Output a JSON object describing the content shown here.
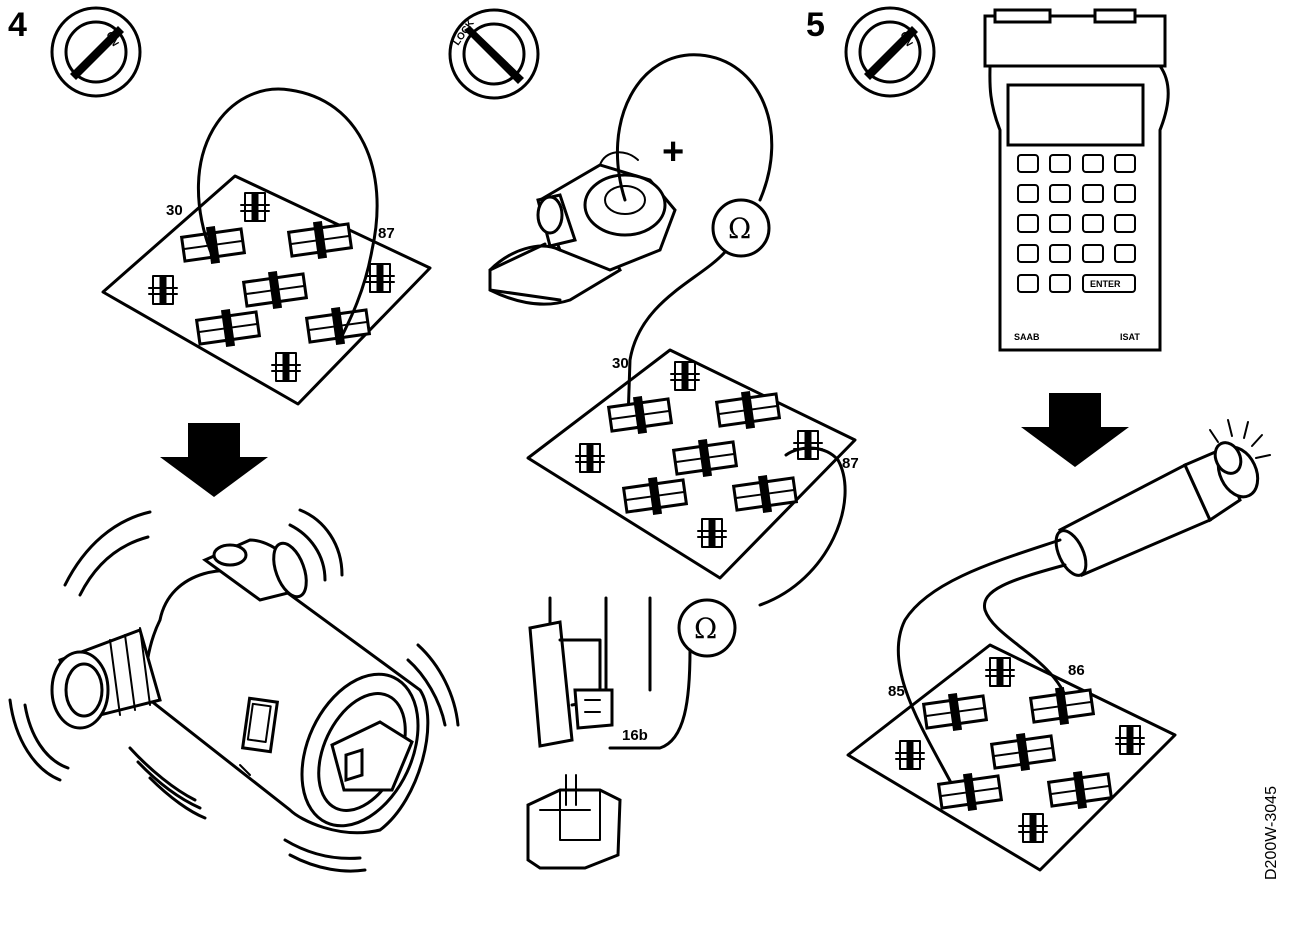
{
  "steps": {
    "step4": "4",
    "step5": "5"
  },
  "ignition_labels": {
    "on_left": "ON",
    "lock_center": "LOCK",
    "on_right": "ON"
  },
  "plus_sign": "+",
  "ohm_symbol": "Ω",
  "relay_pins": {
    "left_30": "30",
    "left_87": "87",
    "center_30": "30",
    "center_87": "87",
    "right_85": "85",
    "right_86": "86"
  },
  "terminal_label": "16b",
  "tester": {
    "brand": "SAAB",
    "model": "ISAT",
    "enter_key": "ENTER"
  },
  "figure_code": "D200W-3045"
}
